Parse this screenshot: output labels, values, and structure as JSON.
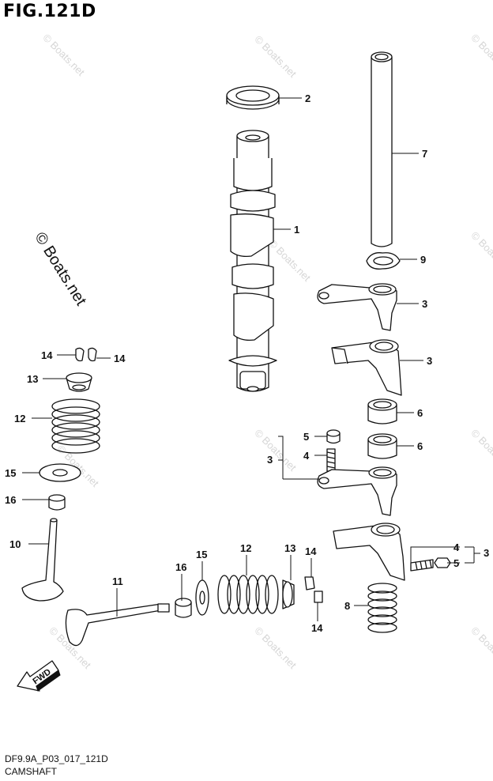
{
  "figure": {
    "title": "FIG.121D",
    "code": "DF9.9A_P03_017_121D",
    "name": "CAMSHAFT",
    "watermark": "© Boats.net",
    "forward_label": "FWD"
  },
  "callouts": [
    {
      "id": "c-2",
      "text": "2"
    },
    {
      "id": "c-7",
      "text": "7"
    },
    {
      "id": "c-1",
      "text": "1"
    },
    {
      "id": "c-9",
      "text": "9"
    },
    {
      "id": "c-3a",
      "text": "3"
    },
    {
      "id": "c-3b",
      "text": "3"
    },
    {
      "id": "c-6a",
      "text": "6"
    },
    {
      "id": "c-6b",
      "text": "6"
    },
    {
      "id": "c-5a",
      "text": "5"
    },
    {
      "id": "c-4a",
      "text": "4"
    },
    {
      "id": "c-3c",
      "text": "3"
    },
    {
      "id": "c-4b",
      "text": "4"
    },
    {
      "id": "c-5b",
      "text": "5"
    },
    {
      "id": "c-3d",
      "text": "3"
    },
    {
      "id": "c-8",
      "text": "8"
    },
    {
      "id": "c-14a",
      "text": "14"
    },
    {
      "id": "c-14b",
      "text": "14"
    },
    {
      "id": "c-13a",
      "text": "13"
    },
    {
      "id": "c-12a",
      "text": "12"
    },
    {
      "id": "c-15a",
      "text": "15"
    },
    {
      "id": "c-16a",
      "text": "16"
    },
    {
      "id": "c-10",
      "text": "10"
    },
    {
      "id": "c-11",
      "text": "11"
    },
    {
      "id": "c-16b",
      "text": "16"
    },
    {
      "id": "c-15b",
      "text": "15"
    },
    {
      "id": "c-12b",
      "text": "12"
    },
    {
      "id": "c-13b",
      "text": "13"
    },
    {
      "id": "c-14c",
      "text": "14"
    },
    {
      "id": "c-14d",
      "text": "14"
    }
  ]
}
